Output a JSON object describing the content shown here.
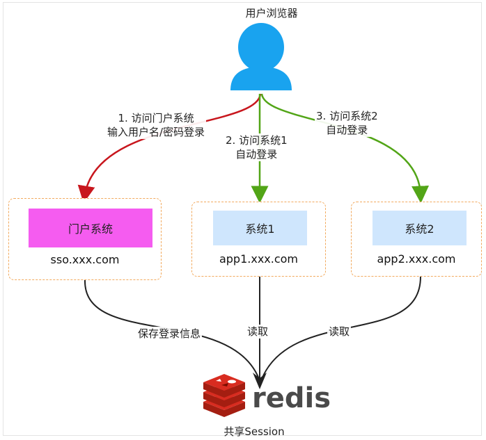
{
  "user": {
    "label": "用户浏览器"
  },
  "arrows": {
    "step1_line1": "1. 访问门户系统",
    "step1_line2": "输入用户名/密码登录",
    "step2_line1": "2. 访问系统1",
    "step2_line2": "自动登录",
    "step3_line1": "3. 访问系统2",
    "step3_line2": "自动登录"
  },
  "systems": [
    {
      "name": "门户系统",
      "domain": "sso.xxx.com",
      "color": "#f55cf0"
    },
    {
      "name": "系统1",
      "domain": "app1.xxx.com",
      "color": "#cfe6fd"
    },
    {
      "name": "系统2",
      "domain": "app2.xxx.com",
      "color": "#cfe6fd"
    }
  ],
  "links": {
    "save": "保存登录信息",
    "read1": "读取",
    "read2": "读取"
  },
  "redis": {
    "word": "redis",
    "caption": "共享Session"
  },
  "colors": {
    "red": "#c8161d",
    "green": "#52a517",
    "dark": "#222222",
    "user": "#19a3ef",
    "card_border": "#f2a95c"
  }
}
